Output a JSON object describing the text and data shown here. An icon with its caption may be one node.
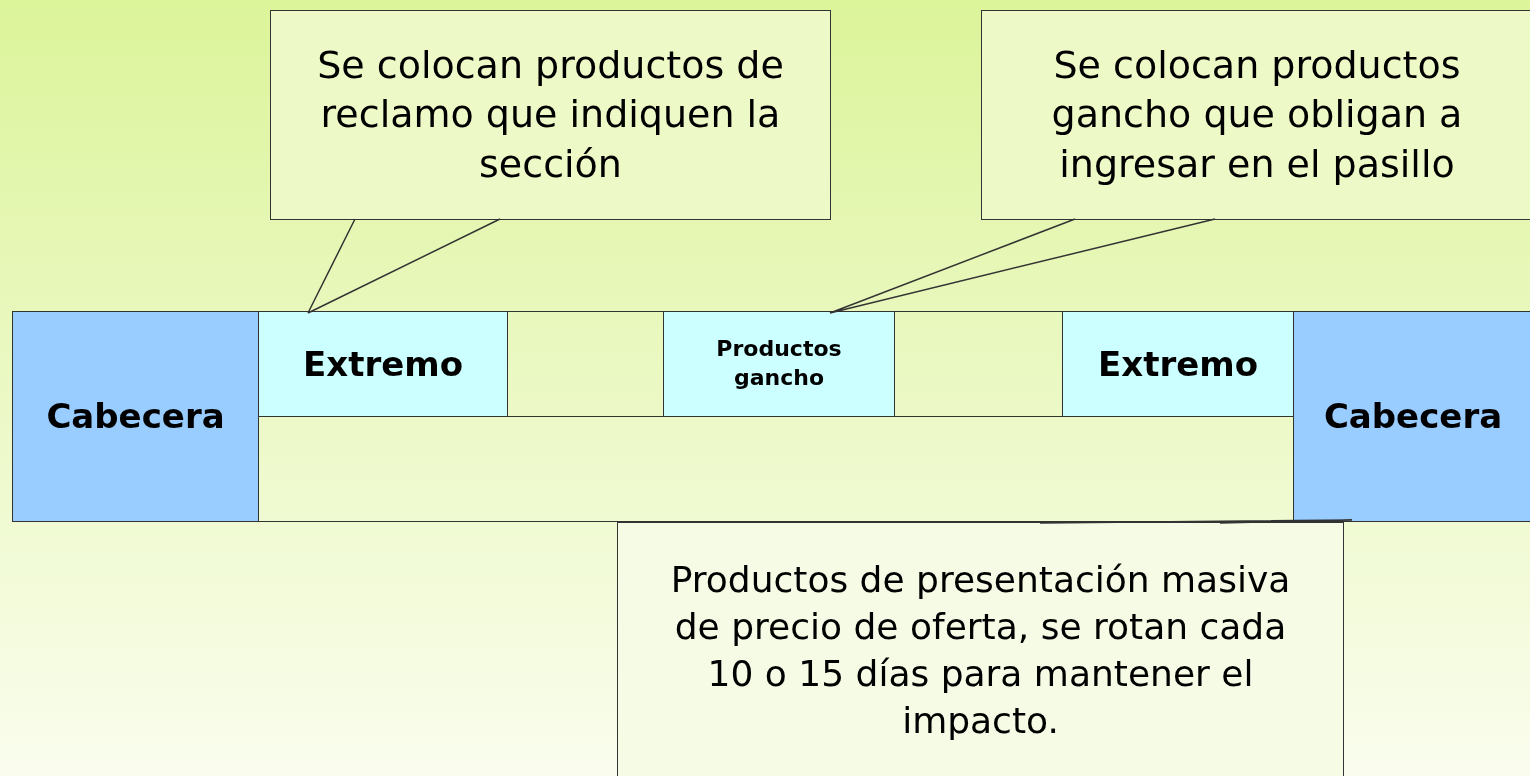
{
  "diagram": {
    "nodes": [
      {
        "text": [
          "Cabecera"
        ]
      },
      {
        "text": [
          "Extremo"
        ]
      },
      {
        "text": [],
        "shape": "box"
      },
      {
        "text": [
          "Productos gancho"
        ]
      },
      {
        "text": [],
        "shape": "box"
      },
      {
        "text": [
          "Extremo"
        ]
      },
      {
        "text": [
          "Cabecera"
        ]
      },
      {
        "text": [],
        "shape": "box"
      },
      {
        "text": [
          "Se colocan productos de reclamo que indiquen la sección"
        ]
      },
      {
        "text": [
          "Se colocan productos gancho que obligan a ingresar en el pasillo"
        ]
      },
      {
        "text": [
          "Productos de presentación masiva de precio de oferta, se rotan cada 10 o 15 días para mantener el impacto."
        ]
      }
    ],
    "edges": [
      {
        "from": 8,
        "to": 1,
        "arrow": "none"
      },
      {
        "from": 9,
        "to": 3,
        "arrow": "none"
      },
      {
        "from": 10,
        "to": 6,
        "arrow": "none"
      }
    ]
  }
}
